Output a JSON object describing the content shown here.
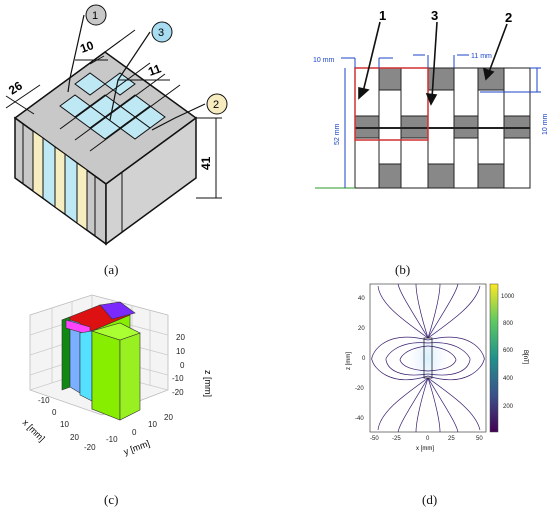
{
  "panel_a": {
    "callouts": [
      "1",
      "3",
      "2"
    ],
    "dims": [
      "26",
      "10",
      "11",
      "41"
    ],
    "colors": {
      "gray": "#c8c8c8",
      "cream": "#f6eec0",
      "blue": "#bfe8f5",
      "callout2": "#f7ecbf",
      "callout3": "#a8dcf0"
    }
  },
  "panel_b": {
    "callouts": [
      "1",
      "3",
      "2"
    ],
    "dims": {
      "left_top": "10 mm",
      "right_top": "11 mm",
      "height": "52 mm",
      "right_side": "10 mm"
    },
    "colors": {
      "dim": "#1a44c8",
      "frame": "#d03030",
      "dark": "#888888",
      "light": "#ffffff",
      "base": "#2a9a2a"
    }
  },
  "panel_c": {
    "xlabel": "x [mm]",
    "ylabel": "y [mm]",
    "zlabel": "z [mm]",
    "x_ticks": [
      "-10",
      "0",
      "10",
      "20"
    ],
    "y_ticks": [
      "-20",
      "-10",
      "0",
      "10",
      "20"
    ],
    "z_ticks": [
      "20",
      "10",
      "0",
      "-10",
      "-20"
    ],
    "colors": {
      "green": "#88ee00",
      "blue": "#7ab0ff",
      "red": "#dd1111",
      "purple": "#7a2aff",
      "cyan": "#55e0ff",
      "magenta": "#ff44ff",
      "darkgreen": "#118811"
    }
  },
  "panel_d": {
    "xlabel": "x [mm]",
    "ylabel": "z [mm]",
    "cbar_label": "B[nT]",
    "x_ticks": [
      "-50",
      "-25",
      "0",
      "25",
      "50"
    ],
    "y_ticks": [
      "40",
      "20",
      "0",
      "-20",
      "-40"
    ],
    "cbar_ticks": [
      "1000",
      "800",
      "600",
      "400",
      "200"
    ],
    "colors": {
      "stream": "#3a1d6e",
      "field_light": "#e6f4ff"
    }
  },
  "captions": [
    "(a)",
    "(b)",
    "(c)",
    "(d)"
  ]
}
